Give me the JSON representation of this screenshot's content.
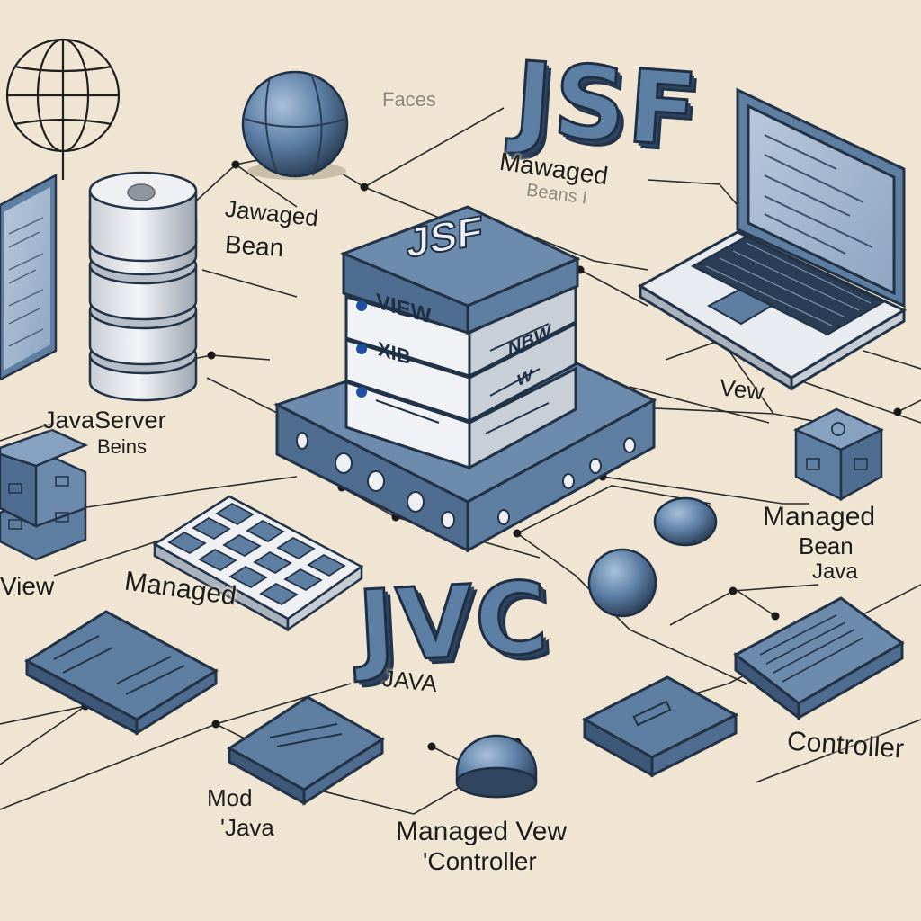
{
  "diagram": {
    "labels": {
      "jsf_sign": "JSF",
      "faces": "Faces",
      "managed_beans_top": "Mawaged",
      "managed_beans_sub": "Beans I",
      "jawaged_bean_1": "Jawaged",
      "jawaged_bean_2": "Bean",
      "javaserver_1": "JavaServer",
      "javaserver_2": "Beins",
      "view_left": "View",
      "vew_right": "Vew",
      "managed_center": "Managed",
      "mbj_1": "Managed",
      "mbj_2": "Bean",
      "mbj_3": "Java",
      "jvc_sign": "JVC",
      "java_center": "JAVA",
      "controller": "Controller",
      "mod_java_1": "Mod",
      "mod_java_2": "'Java",
      "mvc_1": "Managed Vew",
      "mvc_2": "'Controller"
    },
    "stack": {
      "top_label": "JSF",
      "tray1_left": "VIEW",
      "tray1_right": "NBW",
      "tray2_left": "XIB",
      "tray2_right": "W"
    }
  },
  "colors": {
    "background": "#efe5d2",
    "slate_blue": "#5f7fa2",
    "slate_dark": "#223247",
    "panel_light": "#e8ebef",
    "sphere": "#5d7fa5",
    "line": "#2a2a2a"
  }
}
